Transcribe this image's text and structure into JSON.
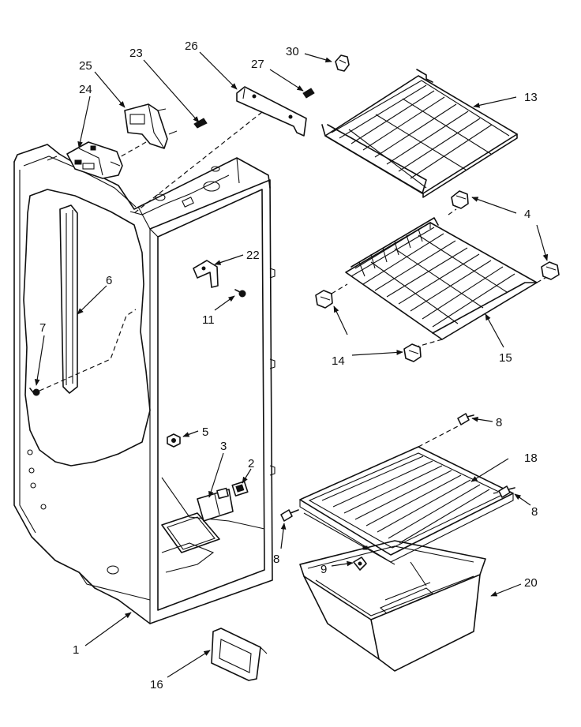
{
  "callouts": [
    {
      "id": "c1",
      "label": "1"
    },
    {
      "id": "c2",
      "label": "2"
    },
    {
      "id": "c3",
      "label": "3"
    },
    {
      "id": "c4",
      "label": "4"
    },
    {
      "id": "c5",
      "label": "5"
    },
    {
      "id": "c6",
      "label": "6"
    },
    {
      "id": "c7",
      "label": "7"
    },
    {
      "id": "c8a",
      "label": "8"
    },
    {
      "id": "c8b",
      "label": "8"
    },
    {
      "id": "c8c",
      "label": "8"
    },
    {
      "id": "c9",
      "label": "9"
    },
    {
      "id": "c11",
      "label": "11"
    },
    {
      "id": "c13",
      "label": "13"
    },
    {
      "id": "c14",
      "label": "14"
    },
    {
      "id": "c15",
      "label": "15"
    },
    {
      "id": "c16",
      "label": "16"
    },
    {
      "id": "c18",
      "label": "18"
    },
    {
      "id": "c20",
      "label": "20"
    },
    {
      "id": "c22",
      "label": "22"
    },
    {
      "id": "c23",
      "label": "23"
    },
    {
      "id": "c24",
      "label": "24"
    },
    {
      "id": "c25",
      "label": "25"
    },
    {
      "id": "c26",
      "label": "26"
    },
    {
      "id": "c27",
      "label": "27"
    },
    {
      "id": "c30",
      "label": "30"
    }
  ]
}
